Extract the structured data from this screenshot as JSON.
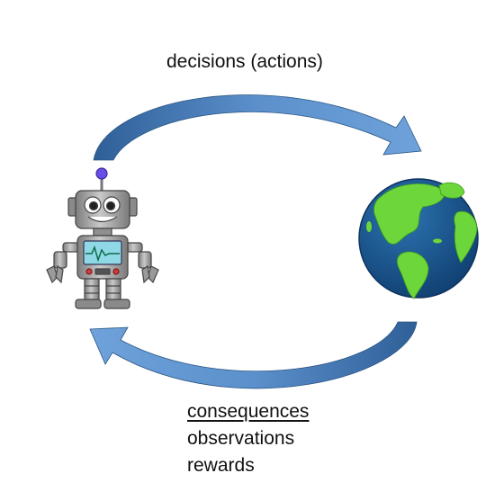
{
  "top_label": "decisions (actions)",
  "bottom_labels": {
    "heading": "consequences",
    "items": [
      "observations",
      "rewards"
    ]
  },
  "icons": {
    "agent": "robot-icon",
    "environment": "earth-globe-icon",
    "top_arrow": "curved-arrow-right-icon",
    "bottom_arrow": "curved-arrow-left-icon"
  },
  "colors": {
    "arrow": "#4f84c4",
    "arrow_dark": "#2f5f97",
    "ocean": "#1f5d94",
    "land": "#6cd63a",
    "robot_body": "#9a9a9a",
    "screen": "#8fd9e6",
    "antenna_ball": "#6a4de6"
  }
}
